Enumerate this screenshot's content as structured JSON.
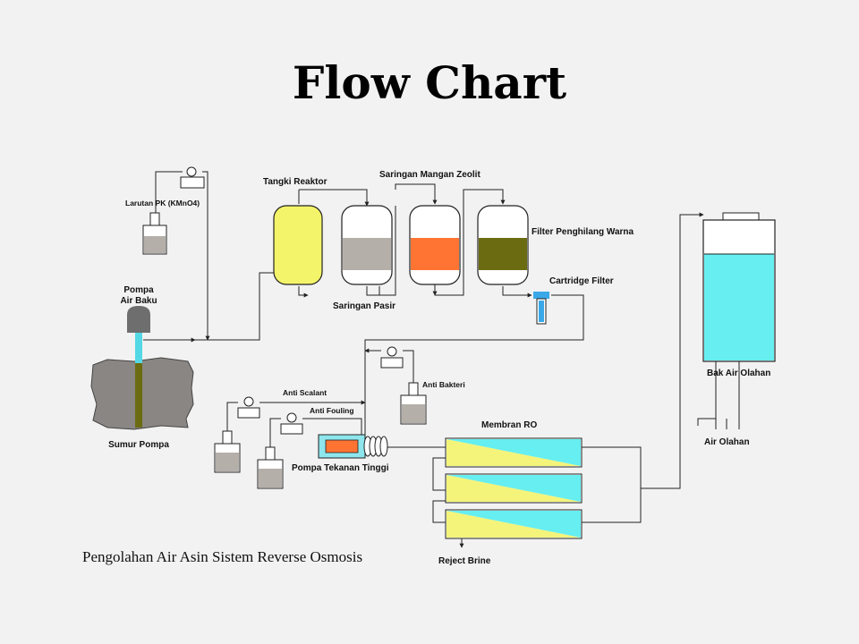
{
  "title": "Flow Chart",
  "caption": "Pengolahan Air Asin Sistem Reverse Osmosis",
  "labels": {
    "larutan_pk": "Larutan PK (KMnO4)",
    "pompa_air_baku_1": "Pompa",
    "pompa_air_baku_2": "Air Baku",
    "sumur_pompa": "Sumur Pompa",
    "tangki_reaktor": "Tangki Reaktor",
    "saringan_mangan_zeolit": "Saringan Mangan Zeolit",
    "filter_penghilang_warna": "Filter Penghilang Warna",
    "saringan_pasir": "Saringan Pasir",
    "cartridge_filter": "Cartridge Filter",
    "anti_scalant": "Anti Scalant",
    "anti_fouling": "Anti Fouling",
    "anti_bakteri": "Anti Bakteri",
    "pompa_tekanan_tinggi": "Pompa Tekanan Tinggi",
    "membran_ro": "Membran RO",
    "reject_brine": "Reject Brine",
    "bak_air_olahan": "Bak Air Olahan",
    "air_olahan": "Air Olahan"
  },
  "colors": {
    "reactor_fill": "#f4f46a",
    "sand": "#b5afaa",
    "manganese_zeolite": "#ff7433",
    "color_filter": "#6b6b12",
    "treated_water": "#66eef0",
    "membrane_yellow": "#f4f47a",
    "membrane_cyan": "#66eef0",
    "well_rock": "#8a8683",
    "well_pipe_top": "#55d8e6",
    "well_pipe_bottom": "#6b6b12",
    "pump_head": "#6e6e6e",
    "chemical": "#b5afaa",
    "cartridge_blue": "#3aa8e8",
    "hp_pump_body": "#8ee6ec",
    "hp_pump_core": "#ff7433"
  }
}
